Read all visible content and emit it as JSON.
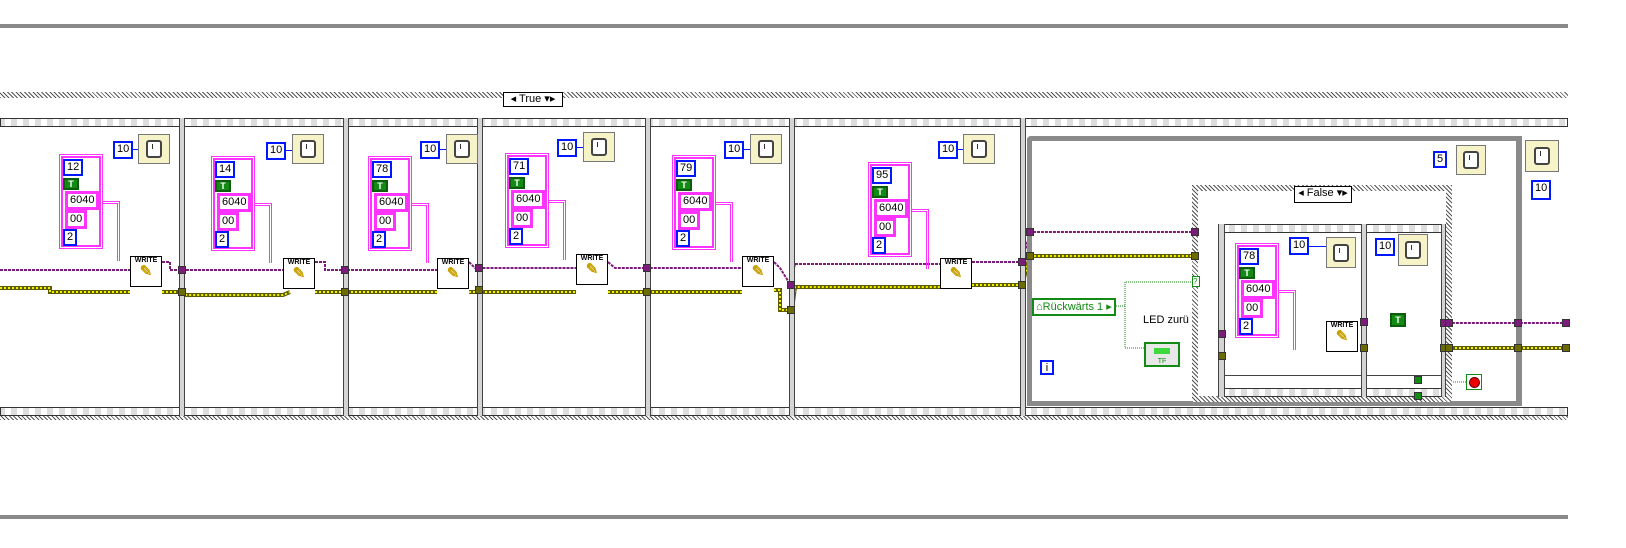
{
  "outer_case": {
    "selector": "True"
  },
  "frames": [
    {
      "cluster": [
        "12",
        "T",
        "6040",
        "00",
        "2"
      ],
      "wait_ms": "10",
      "write_label": "WRITE"
    },
    {
      "cluster": [
        "14",
        "T",
        "6040",
        "00",
        "2"
      ],
      "wait_ms": "10",
      "write_label": "WRITE"
    },
    {
      "cluster": [
        "78",
        "T",
        "6040",
        "00",
        "2"
      ],
      "wait_ms": "10",
      "write_label": "WRITE"
    },
    {
      "cluster": [
        "71",
        "T",
        "6040",
        "00",
        "2"
      ],
      "wait_ms": "10",
      "write_label": "WRITE"
    },
    {
      "cluster": [
        "79",
        "T",
        "6040",
        "00",
        "2"
      ],
      "wait_ms": "10",
      "write_label": "WRITE"
    },
    {
      "cluster": [
        "95",
        "T",
        "6040",
        "00",
        "2"
      ],
      "wait_ms": "10",
      "write_label": "WRITE"
    }
  ],
  "while_loop": {
    "wait_ms": "5",
    "iteration_label": "i",
    "control_label": "Rückwärts 1",
    "indicator_label": "LED zurü",
    "indicator_text": "TF",
    "inner_case": {
      "selector": "False",
      "frame1": {
        "cluster": [
          "78",
          "T",
          "6040",
          "00",
          "2"
        ],
        "wait_ms": "10",
        "write_label": "WRITE"
      },
      "frame2": {
        "wait_ms": "10",
        "bool_const": "T"
      }
    },
    "condition": "?"
  },
  "after_loop": {
    "wait_ms": "10"
  },
  "colors": {
    "refnum_wire": "#7b1c7b",
    "error_wire": "#e8e800",
    "numeric": "#0018ff",
    "string": "#ff33ff",
    "boolean": "#138a13"
  }
}
